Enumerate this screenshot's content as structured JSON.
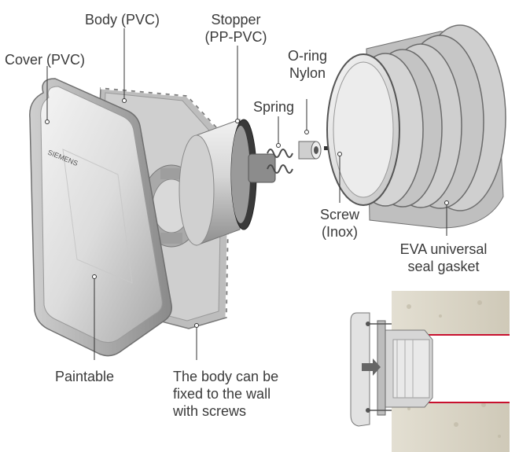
{
  "labels": {
    "cover": "Cover (PVC)",
    "body": "Body (PVC)",
    "stopper": [
      "Stopper",
      "(PP-PVC)"
    ],
    "oring": [
      "O-ring",
      "Nylon"
    ],
    "spring": "Spring",
    "screw": [
      "Screw",
      "(Inox)"
    ],
    "eva": [
      "EVA universal",
      "seal gasket"
    ],
    "paintable": "Paintable",
    "body_fix": [
      "The body can be",
      "fixed to the wall",
      "with screws"
    ]
  },
  "colors": {
    "text": "#3a3a3a",
    "leader": "#333333",
    "wall_stone": "#d8d3c4",
    "wall_line": "#c8102e",
    "part_light": "#e8e8e8",
    "part_mid": "#b9b9b9",
    "part_dark": "#6b6b6b"
  }
}
